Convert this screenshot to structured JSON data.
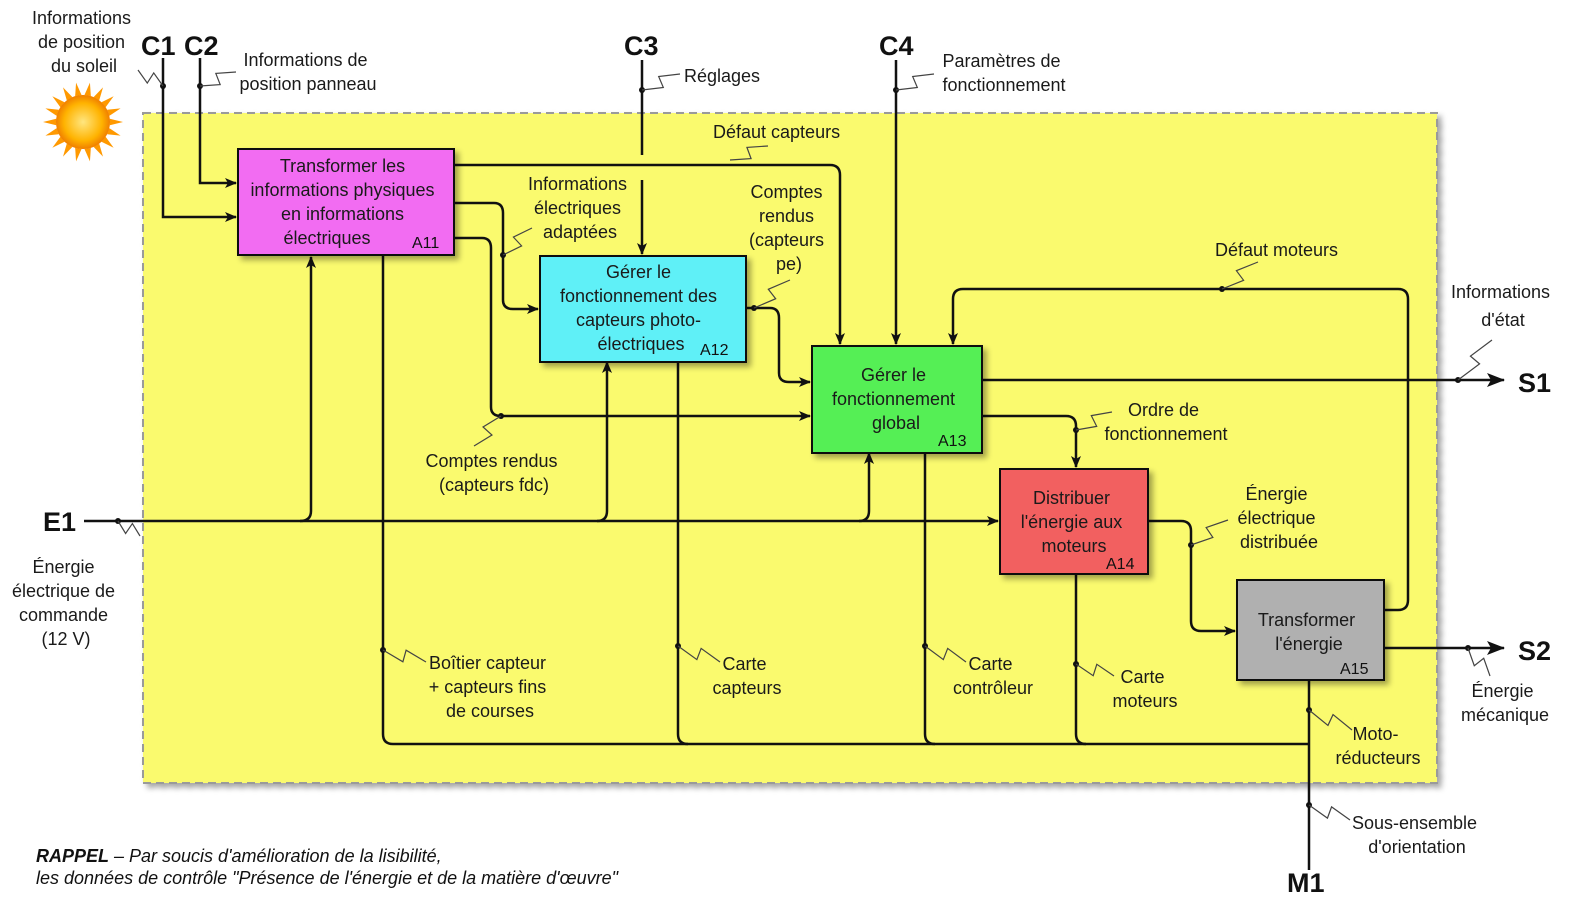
{
  "diagram": {
    "boxes": {
      "a11": {
        "lines": [
          "Transformer les",
          "informations physiques",
          "en informations",
          "électriques"
        ],
        "code": "A11",
        "color": "#f26cf2"
      },
      "a12": {
        "lines": [
          "Gérer le",
          "fonctionnement des",
          "capteurs photo-",
          "électriques"
        ],
        "code": "A12",
        "color": "#5ff0f7"
      },
      "a13": {
        "lines": [
          "Gérer le",
          "fonctionnement",
          "global"
        ],
        "code": "A13",
        "color": "#55ef55"
      },
      "a14": {
        "lines": [
          "Distribuer",
          "l'énergie aux",
          "moteurs"
        ],
        "code": "A14",
        "color": "#f26060"
      },
      "a15": {
        "lines": [
          "Transformer",
          "l'énergie"
        ],
        "code": "A15",
        "color": "#b0b0b0"
      }
    },
    "flows": {
      "c1": "C1",
      "c2": "C2",
      "c3": "C3",
      "c4": "C4",
      "e1": "E1",
      "s1": "S1",
      "s2": "S2",
      "m1": "M1"
    },
    "labels": {
      "info_soleil": [
        "Informations",
        "de position",
        "du soleil"
      ],
      "info_panneau": [
        "Informations de",
        "position panneau"
      ],
      "reglages": [
        "Réglages"
      ],
      "parametres": [
        "Paramètres de",
        "fonctionnement"
      ],
      "defaut_capteurs": [
        "Défaut capteurs"
      ],
      "info_elec": [
        "Informations",
        "électriques",
        "adaptées"
      ],
      "comptes_pe": [
        "Comptes",
        "rendus",
        "(capteurs",
        "pe)"
      ],
      "defaut_moteurs": [
        "Défaut moteurs"
      ],
      "info_etat": [
        "Informations",
        "d'état"
      ],
      "ordre": [
        "Ordre de",
        "fonctionnement"
      ],
      "comptes_fdc": [
        "Comptes rendus",
        "(capteurs fdc)"
      ],
      "energie_cmd": [
        "Énergie",
        "électrique de",
        "commande",
        "(12 V)"
      ],
      "energie_dist": [
        "Énergie",
        "électrique",
        "distribuée"
      ],
      "energie_meca": [
        "Énergie",
        "mécanique"
      ],
      "boitier": [
        "Boîtier capteur",
        "+ capteurs fins",
        "de courses"
      ],
      "carte_capteurs": [
        "Carte",
        "capteurs"
      ],
      "carte_controleur": [
        "Carte",
        "contrôleur"
      ],
      "carte_moteurs": [
        "Carte",
        "moteurs"
      ],
      "moto": [
        "Moto-",
        "réducteurs"
      ],
      "sous_ensemble": [
        "Sous-ensemble",
        "d'orientation"
      ]
    },
    "note": {
      "bold": "RAPPEL",
      "line1": " – Par soucis d'amélioration de la lisibilité,",
      "line2": "les données de contrôle \"Présence de l'énergie et de la matière d'œuvre\""
    },
    "colors": {
      "frame": "#fafa6e",
      "frame_border": "#9a9a9a"
    }
  }
}
